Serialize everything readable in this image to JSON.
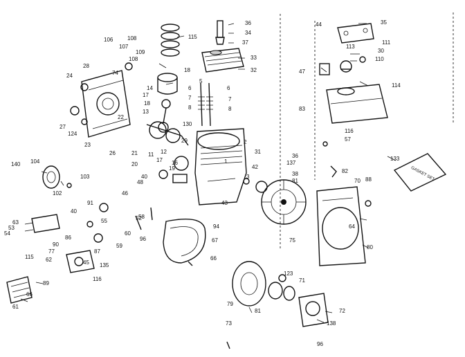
{
  "callouts": [
    "36",
    "34",
    "37",
    "35",
    "44",
    "111",
    "113",
    "30",
    "110",
    "115",
    "33",
    "32",
    "106",
    "108",
    "107",
    "109",
    "108",
    "74",
    "18",
    "28",
    "24",
    "14",
    "17",
    "18",
    "13",
    "6",
    "7",
    "8",
    "5",
    "6",
    "7",
    "8",
    "47",
    "114",
    "83",
    "116",
    "57",
    "27",
    "124",
    "22",
    "23",
    "26",
    "21",
    "11",
    "130",
    "2",
    "42",
    "1",
    "31",
    "20",
    "12",
    "16",
    "17",
    "29",
    "19",
    "36",
    "40",
    "3",
    "137",
    "38",
    "81",
    "82",
    "70",
    "88",
    "133",
    "140",
    "104",
    "103",
    "102",
    "91",
    "46",
    "40",
    "48",
    "43",
    "63",
    "53",
    "54",
    "55",
    "58",
    "59",
    "52",
    "60",
    "96",
    "94",
    "67",
    "64",
    "80",
    "75",
    "66",
    "90",
    "77",
    "86",
    "87",
    "135",
    "45",
    "116",
    "115",
    "89",
    "79",
    "61",
    "62",
    "66",
    "81",
    "123",
    "71",
    "72",
    "138",
    "73",
    "96"
  ],
  "labels": {
    "caption_box": "GASKET SET"
  }
}
